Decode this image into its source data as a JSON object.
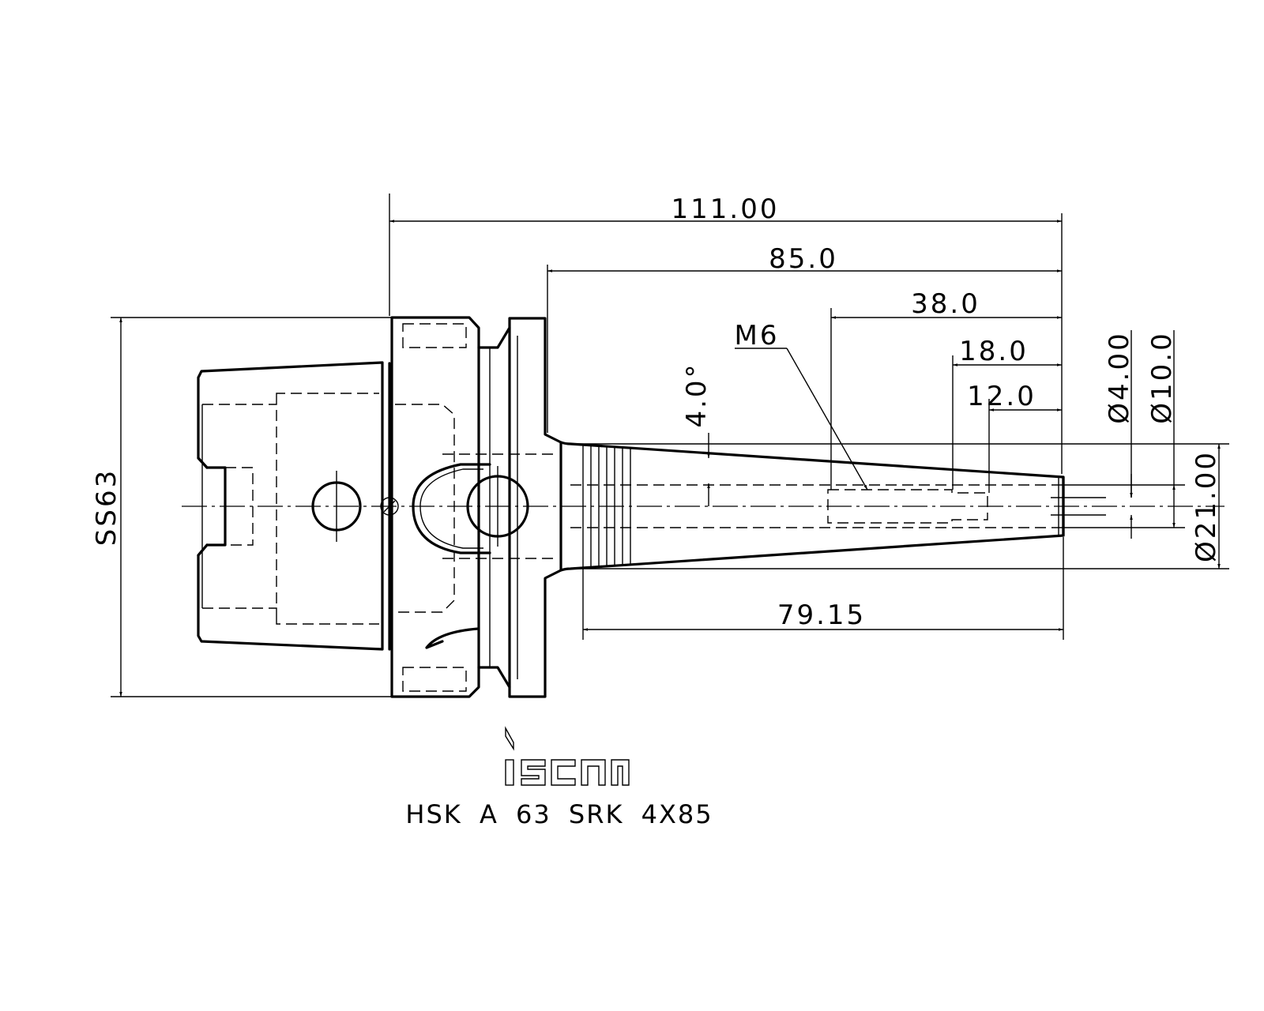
{
  "drawing": {
    "dimensions": {
      "overall_length": "111.00",
      "gauge_length": "85.0",
      "extension_length": "38.0",
      "length_18": "18.0",
      "length_12": "12.0",
      "taper_angle": "4.0°",
      "thread": "M6",
      "diameter_4": "Ø4.00",
      "diameter_10": "Ø10.0",
      "diameter_21": "Ø21.00",
      "shank_size": "SS63",
      "body_length": "79.15"
    },
    "logo_text": "iscar",
    "product_code": "HSK A 63 SRK 4X85"
  }
}
